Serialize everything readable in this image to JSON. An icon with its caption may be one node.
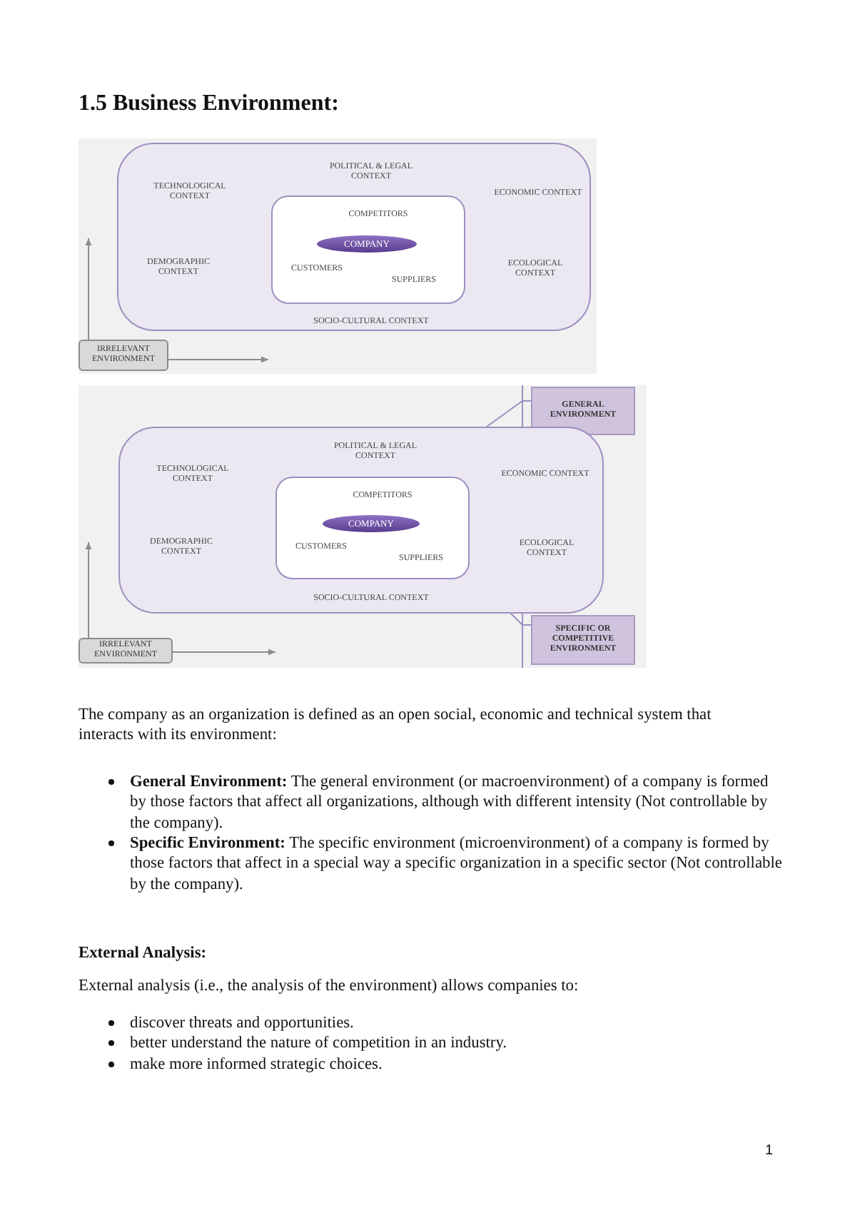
{
  "diagram": {
    "title": "1.5 Business Environment:",
    "nodes": [
      {
        "text": [
          "POLITICAL & LEGAL CONTEXT",
          "TECHNOLOGICAL CONTEXT",
          "ECONOMIC CONTEXT",
          "DEMOGRAPHIC CONTEXT",
          "ECOLOGICAL CONTEXT",
          "SOCIO-CULTURAL CONTEXT"
        ]
      },
      {
        "text": [
          "COMPETITORS",
          "CUSTOMERS",
          "SUPPLIERS"
        ],
        "in": 0
      },
      {
        "text": [
          "COMPANY"
        ],
        "in": 1
      },
      {
        "text": [
          "IRRELEVANT ENVIRONMENT"
        ]
      },
      {
        "text": [
          "GENERAL ENVIRONMENT"
        ]
      },
      {
        "text": [
          "POLITICAL & LEGAL CONTEXT",
          "TECHNOLOGICAL CONTEXT",
          "ECONOMIC CONTEXT",
          "DEMOGRAPHIC CONTEXT",
          "ECOLOGICAL CONTEXT",
          "SOCIO-CULTURAL CONTEXT"
        ]
      },
      {
        "text": [
          "COMPETITORS",
          "CUSTOMERS",
          "SUPPLIERS"
        ],
        "in": 5
      },
      {
        "text": [
          "COMPANY"
        ],
        "in": 6
      },
      {
        "text": [
          "IRRELEVANT ENVIRONMENT"
        ]
      },
      {
        "text": [
          "SPECIFIC OR COMPETITIVE ENVIRONMENT"
        ]
      }
    ],
    "edges": [
      {
        "from": 3,
        "to": 0,
        "arrow": "to"
      },
      {
        "from": 3,
        "to": 0,
        "arrow": "to"
      },
      {
        "from": 4,
        "to": 5,
        "arrow": "none",
        "color": "#9d8fbf"
      },
      {
        "from": 8,
        "to": 5,
        "arrow": "to"
      },
      {
        "from": 8,
        "to": 5,
        "arrow": "to"
      },
      {
        "from": 9,
        "to": 6,
        "arrow": "none",
        "color": "#9d8fbf"
      }
    ],
    "labels": [
      "The company as an organization is defined as an open social, economic and technical system that interacts with its environment:",
      "**General Environment:** The general environment (or macroenvironment) of a company is formed by those factors that affect all organizations, although with different intensity (Not controllable by the company).",
      "**Specific Environment:** The specific environment (microenvironment) of a company is formed by those factors that affect in a special way a specific organization in a specific sector (Not controllable by the company).",
      "External Analysis:",
      "External analysis (i.e., the analysis of the environment) allows companies to:",
      "discover threats and opportunities.",
      "better understand the nature of competition in an industry.",
      "make more informed strategic choices.",
      "1"
    ]
  }
}
